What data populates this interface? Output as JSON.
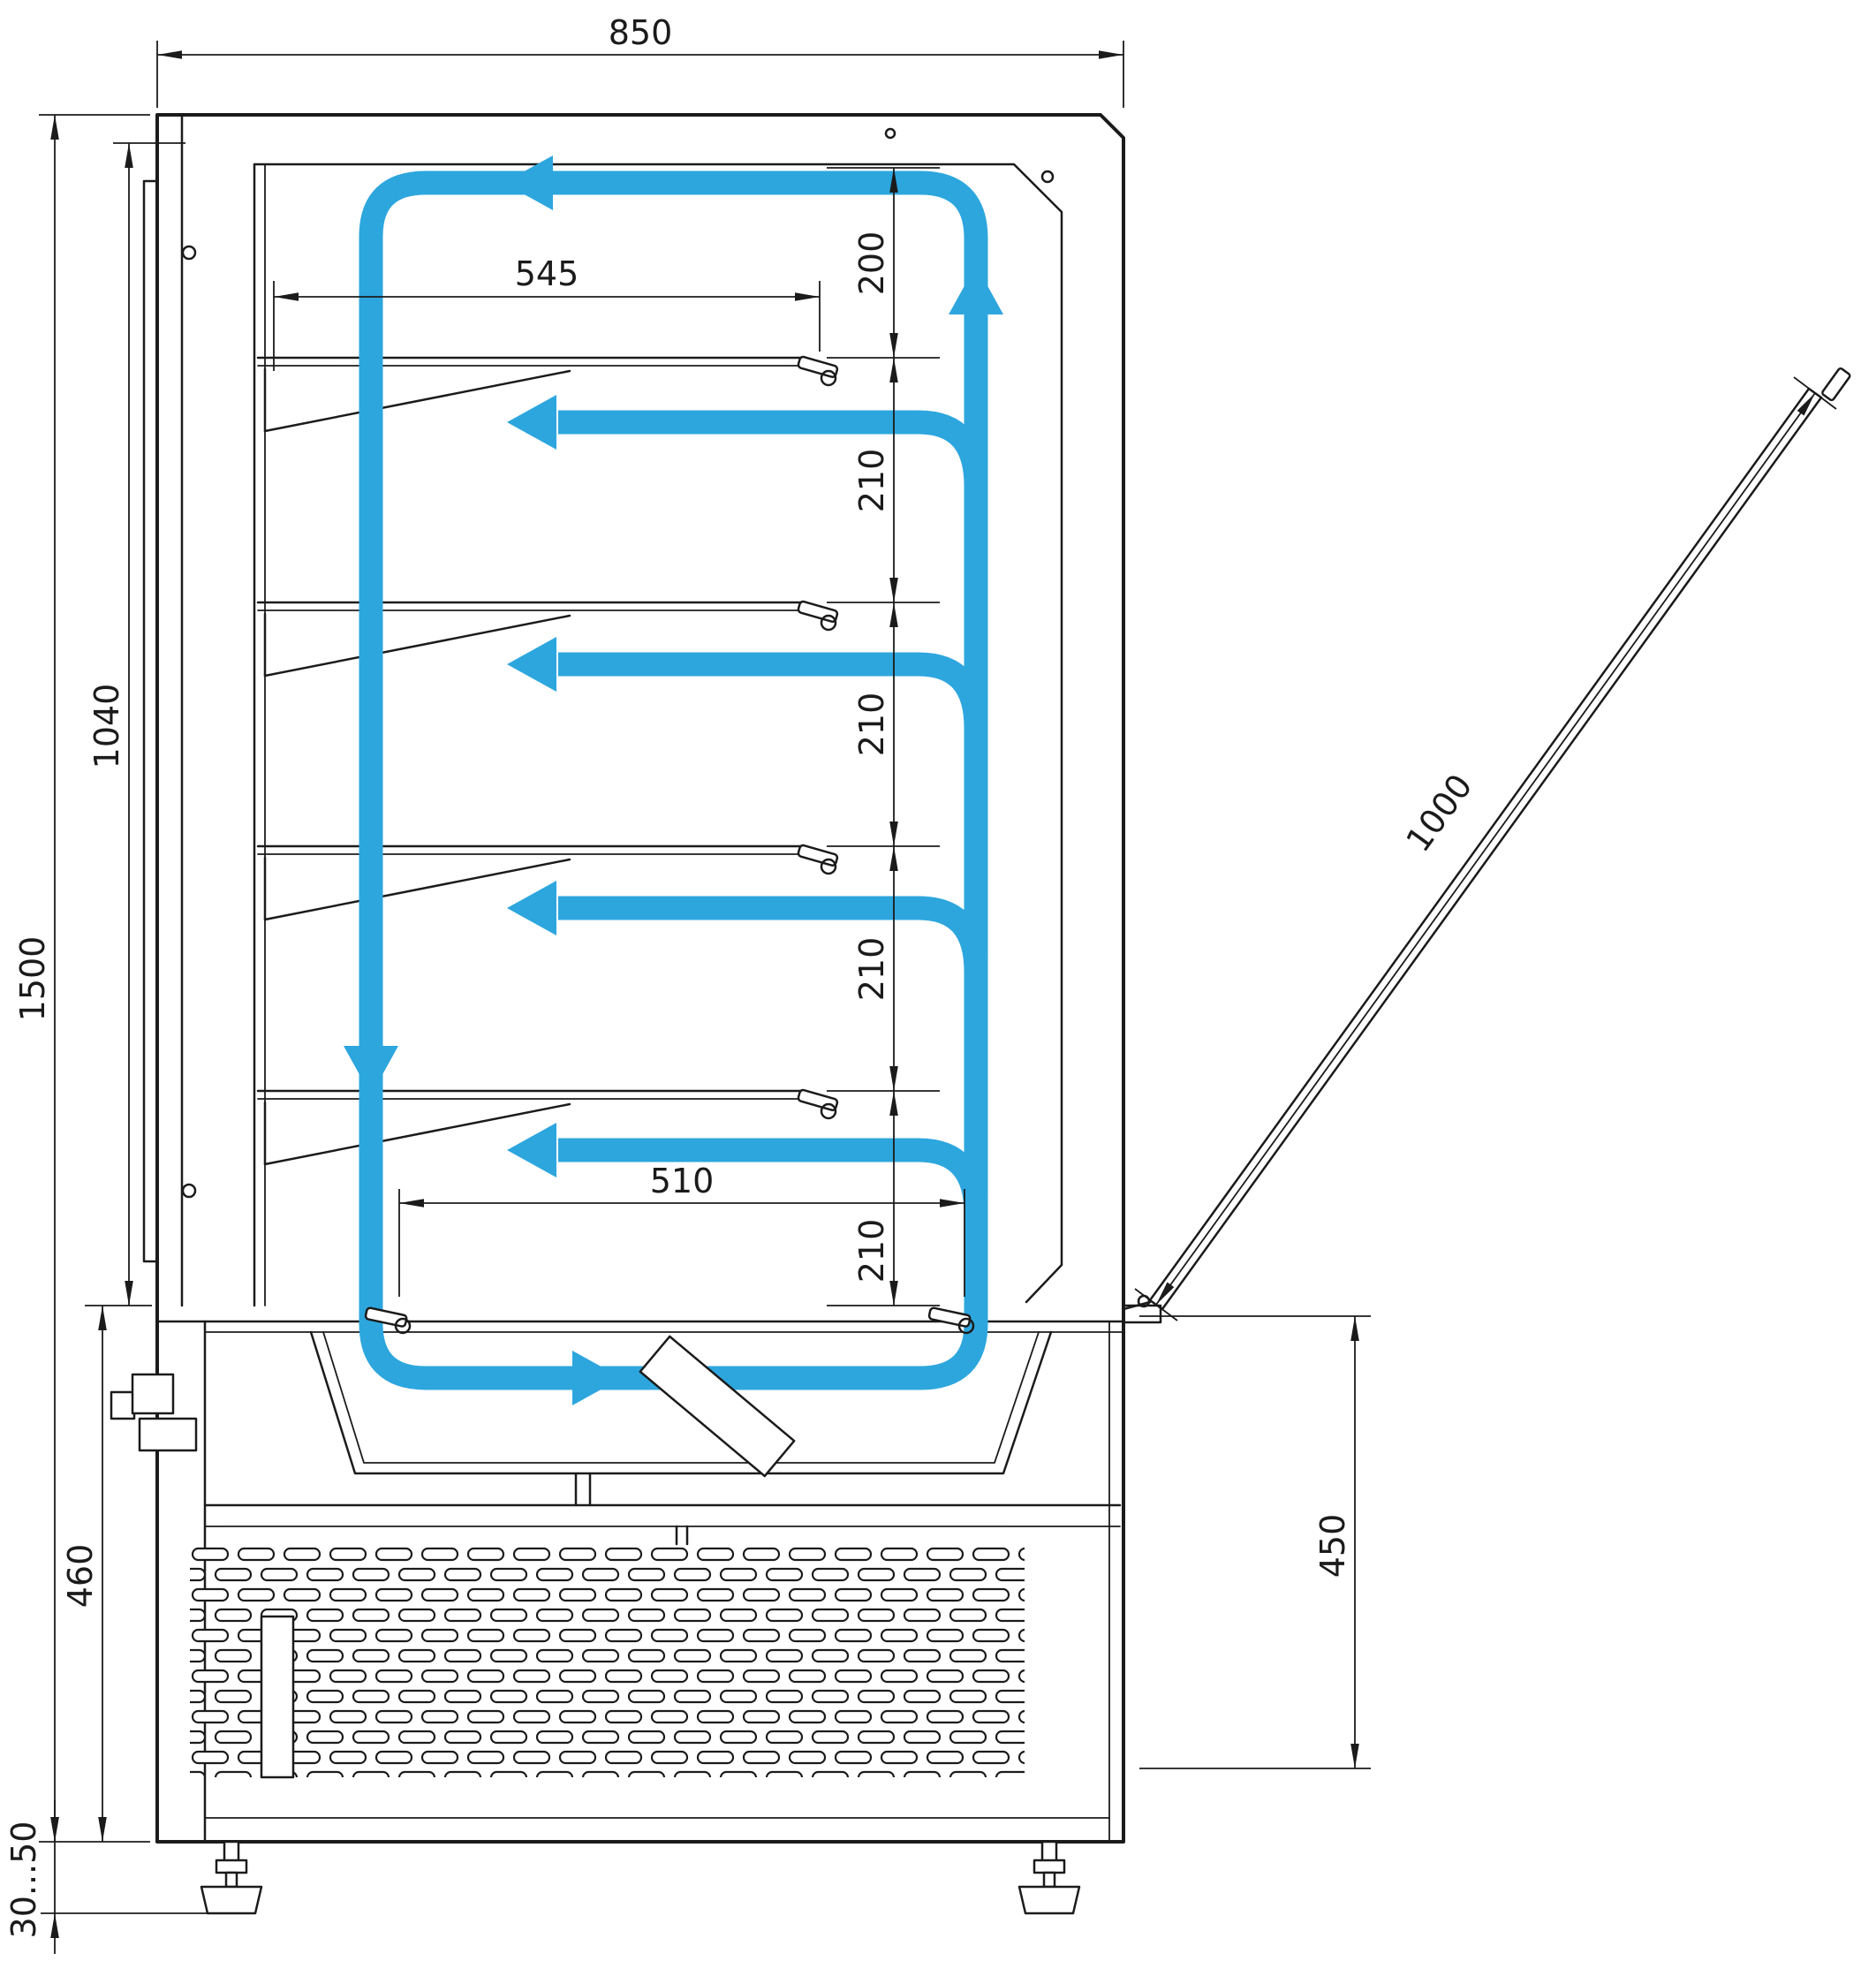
{
  "diagram": {
    "subject": "refrigerated display case side section with airflow circulation",
    "colors": {
      "line": "#1b1b1b",
      "airflow": "#2da6de",
      "background": "#ffffff"
    },
    "dimensions": {
      "width_top": "850",
      "height_overall": "1500",
      "height_display": "1040",
      "shelf_depth": "545",
      "gap_top": "200",
      "gap_shelf_1": "210",
      "gap_shelf_2": "210",
      "gap_shelf_3": "210",
      "gap_bottom": "210",
      "deck_depth": "510",
      "base_height": "460",
      "feet_range": "30...50",
      "base_right_height": "450",
      "glass_length": "1000"
    }
  }
}
